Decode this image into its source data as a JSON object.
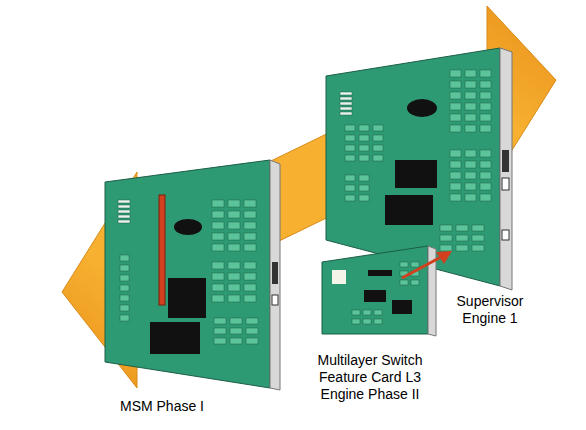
{
  "diagram": {
    "labels": [
      "MSM Phase I",
      "Multilayer Switch Feature Card L3 Engine Phase II",
      "Supervisor Engine 1"
    ]
  }
}
